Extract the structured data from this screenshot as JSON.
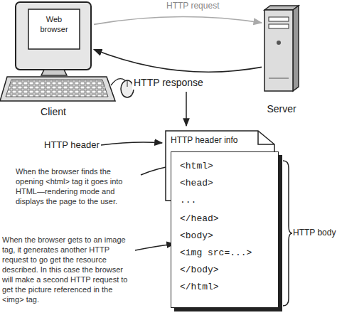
{
  "diagram": {
    "nodes": [
      {
        "text": [
          "Web browser",
          "Client"
        ]
      },
      {
        "text": [
          "Server"
        ]
      },
      {
        "text": [
          "HTTP header info"
        ]
      },
      {
        "text": [
          "<html>",
          "<head>",
          "...",
          "</head>",
          "<body>",
          "<img src=...>",
          "</body>",
          "</html>"
        ],
        "in": 2
      }
    ],
    "edges": [
      {
        "from": 0,
        "to": 1,
        "label": "HTTP request",
        "arrow": "to"
      },
      {
        "from": 1,
        "to": 0,
        "label": "HTTP response",
        "arrow": "to"
      }
    ],
    "labels": [
      "HTTP header",
      "When the browser finds the opening <html> tag it goes into HTML—rendering mode and displays the page to the user.",
      "When the browser gets to an image tag, it generates another HTTP request to go get the resource described. In this case the browser will make a second HTTP request to get the picture referenced in the <img> tag.",
      "HTTP body"
    ]
  }
}
